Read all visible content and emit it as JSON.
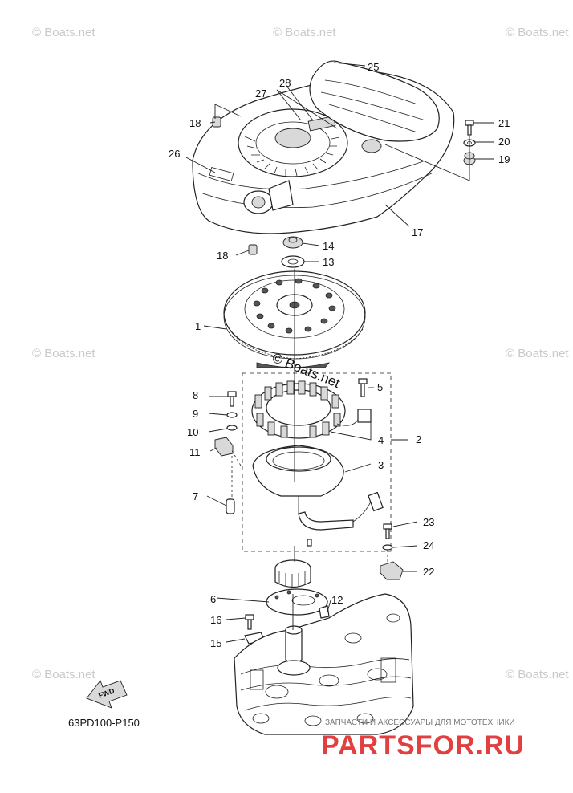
{
  "diagram": {
    "code": "63PD100-P150",
    "fwd_label": "FWD",
    "watermark": "© Boats.net",
    "brand": {
      "tagline": "ЗАПЧАСТИ И АКСЕССУАРЫ ДЛЯ МОТОТЕХНИКИ",
      "name": "PARTSFOR.RU"
    },
    "callouts": {
      "c1": "1",
      "c2": "2",
      "c3": "3",
      "c4": "4",
      "c5": "5",
      "c6": "6",
      "c7": "7",
      "c8": "8",
      "c9": "9",
      "c10": "10",
      "c11": "11",
      "c12": "12",
      "c13": "13",
      "c14": "14",
      "c15": "15",
      "c16": "16",
      "c17": "17",
      "c18a": "18",
      "c18b": "18",
      "c19": "19",
      "c20": "20",
      "c21": "21",
      "c22": "22",
      "c23": "23",
      "c24": "24",
      "c25": "25",
      "c26": "26",
      "c27": "27",
      "c28": "28"
    }
  }
}
